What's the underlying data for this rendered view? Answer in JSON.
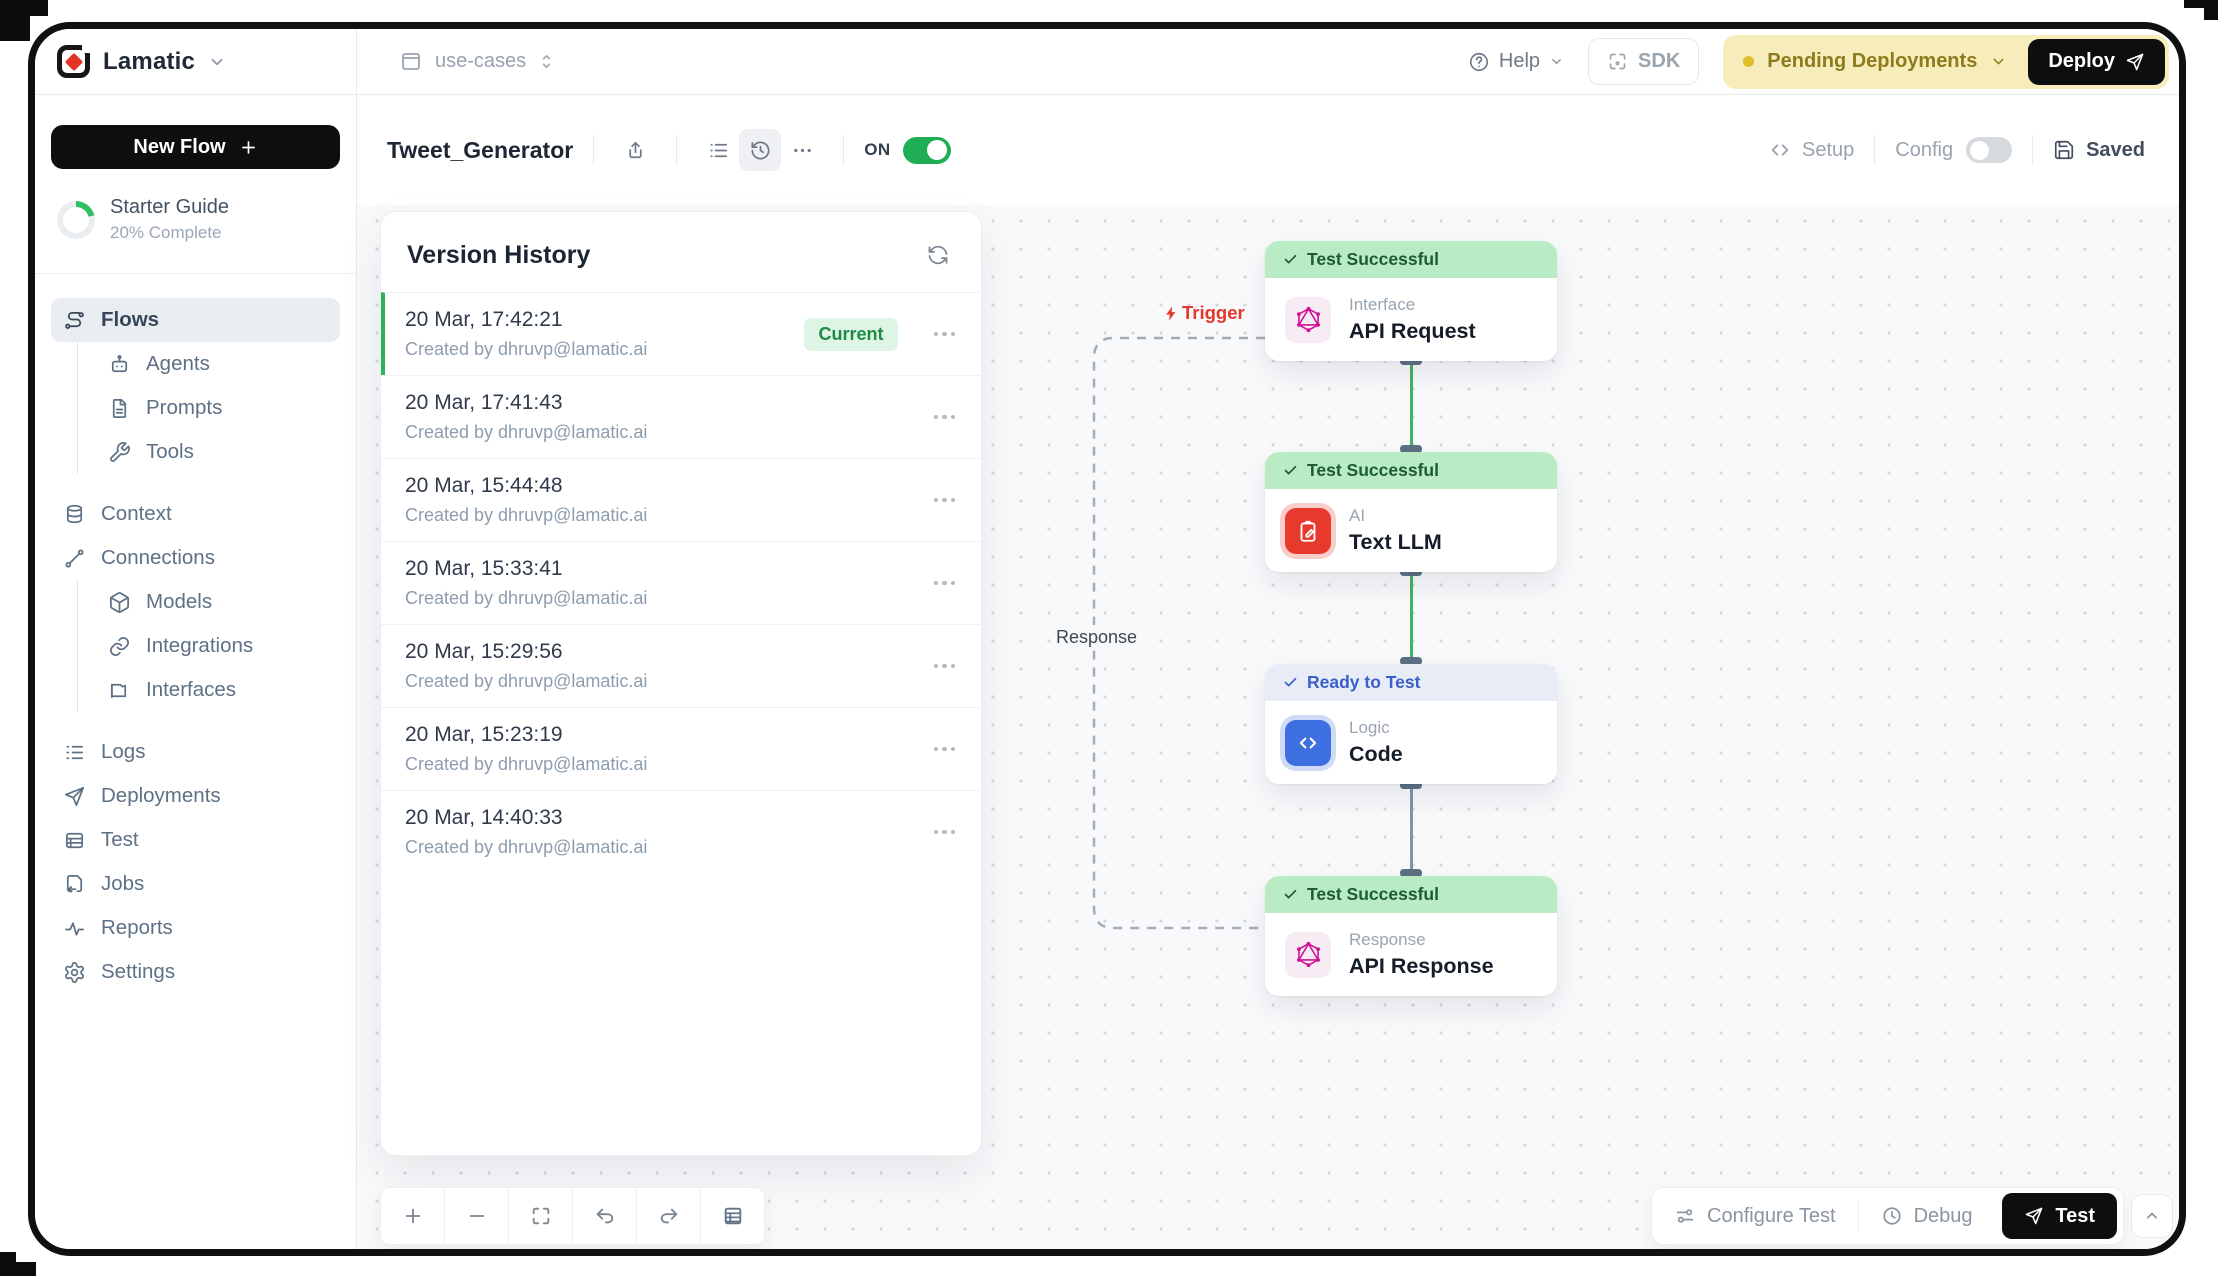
{
  "topbar": {
    "brand": "Lamatic",
    "project": "use-cases",
    "help": "Help",
    "sdk": "SDK",
    "pending_deployments": "Pending Deployments",
    "deploy": "Deploy"
  },
  "sidebar": {
    "new_flow": "New Flow",
    "starter_guide": {
      "title": "Starter Guide",
      "subtitle": "20% Complete",
      "percent": 20
    },
    "items": [
      {
        "label": "Flows"
      },
      {
        "label": "Agents"
      },
      {
        "label": "Prompts"
      },
      {
        "label": "Tools"
      },
      {
        "label": "Context"
      },
      {
        "label": "Connections"
      },
      {
        "label": "Models"
      },
      {
        "label": "Integrations"
      },
      {
        "label": "Interfaces"
      },
      {
        "label": "Logs"
      },
      {
        "label": "Deployments"
      },
      {
        "label": "Test"
      },
      {
        "label": "Jobs"
      },
      {
        "label": "Reports"
      },
      {
        "label": "Settings"
      }
    ]
  },
  "flow_header": {
    "title": "Tweet_Generator",
    "on_label": "ON",
    "setup": "Setup",
    "config": "Config",
    "saved": "Saved"
  },
  "version_history": {
    "title": "Version History",
    "current_badge": "Current",
    "entries": [
      {
        "date": "20 Mar, 17:42:21",
        "author": "Created by dhruvp@lamatic.ai",
        "current": true
      },
      {
        "date": "20 Mar, 17:41:43",
        "author": "Created by dhruvp@lamatic.ai"
      },
      {
        "date": "20 Mar, 15:44:48",
        "author": "Created by dhruvp@lamatic.ai"
      },
      {
        "date": "20 Mar, 15:33:41",
        "author": "Created by dhruvp@lamatic.ai"
      },
      {
        "date": "20 Mar, 15:29:56",
        "author": "Created by dhruvp@lamatic.ai"
      },
      {
        "date": "20 Mar, 15:23:19",
        "author": "Created by dhruvp@lamatic.ai"
      },
      {
        "date": "20 Mar, 14:40:33",
        "author": "Created by dhruvp@lamatic.ai"
      }
    ]
  },
  "canvas": {
    "trigger_label": "Trigger",
    "response_label": "Response",
    "nodes": [
      {
        "status": "Test Successful",
        "category": "Interface",
        "name": "API Request",
        "icon": "graphql-icon"
      },
      {
        "status": "Test Successful",
        "category": "AI",
        "name": "Text LLM",
        "icon": "clipboard-icon"
      },
      {
        "status": "Ready to Test",
        "category": "Logic",
        "name": "Code",
        "icon": "code-icon"
      },
      {
        "status": "Test Successful",
        "category": "Response",
        "name": "API Response",
        "icon": "graphql-icon"
      }
    ]
  },
  "bottom_bar": {
    "configure_test": "Configure Test",
    "debug": "Debug",
    "test": "Test"
  },
  "colors": {
    "accent_green": "#22c55e",
    "status_green_bg": "#b9ecc5",
    "ready_blue_bg": "#e7ecf7",
    "ready_blue_text": "#3a5fc8",
    "pending_yellow_bg": "#f6edba",
    "pending_yellow_text": "#8d7b1e",
    "node_pink": "#d10f96",
    "node_red": "#e83a2c",
    "node_blue": "#3e6fe0",
    "trigger_red": "#e5372b"
  }
}
